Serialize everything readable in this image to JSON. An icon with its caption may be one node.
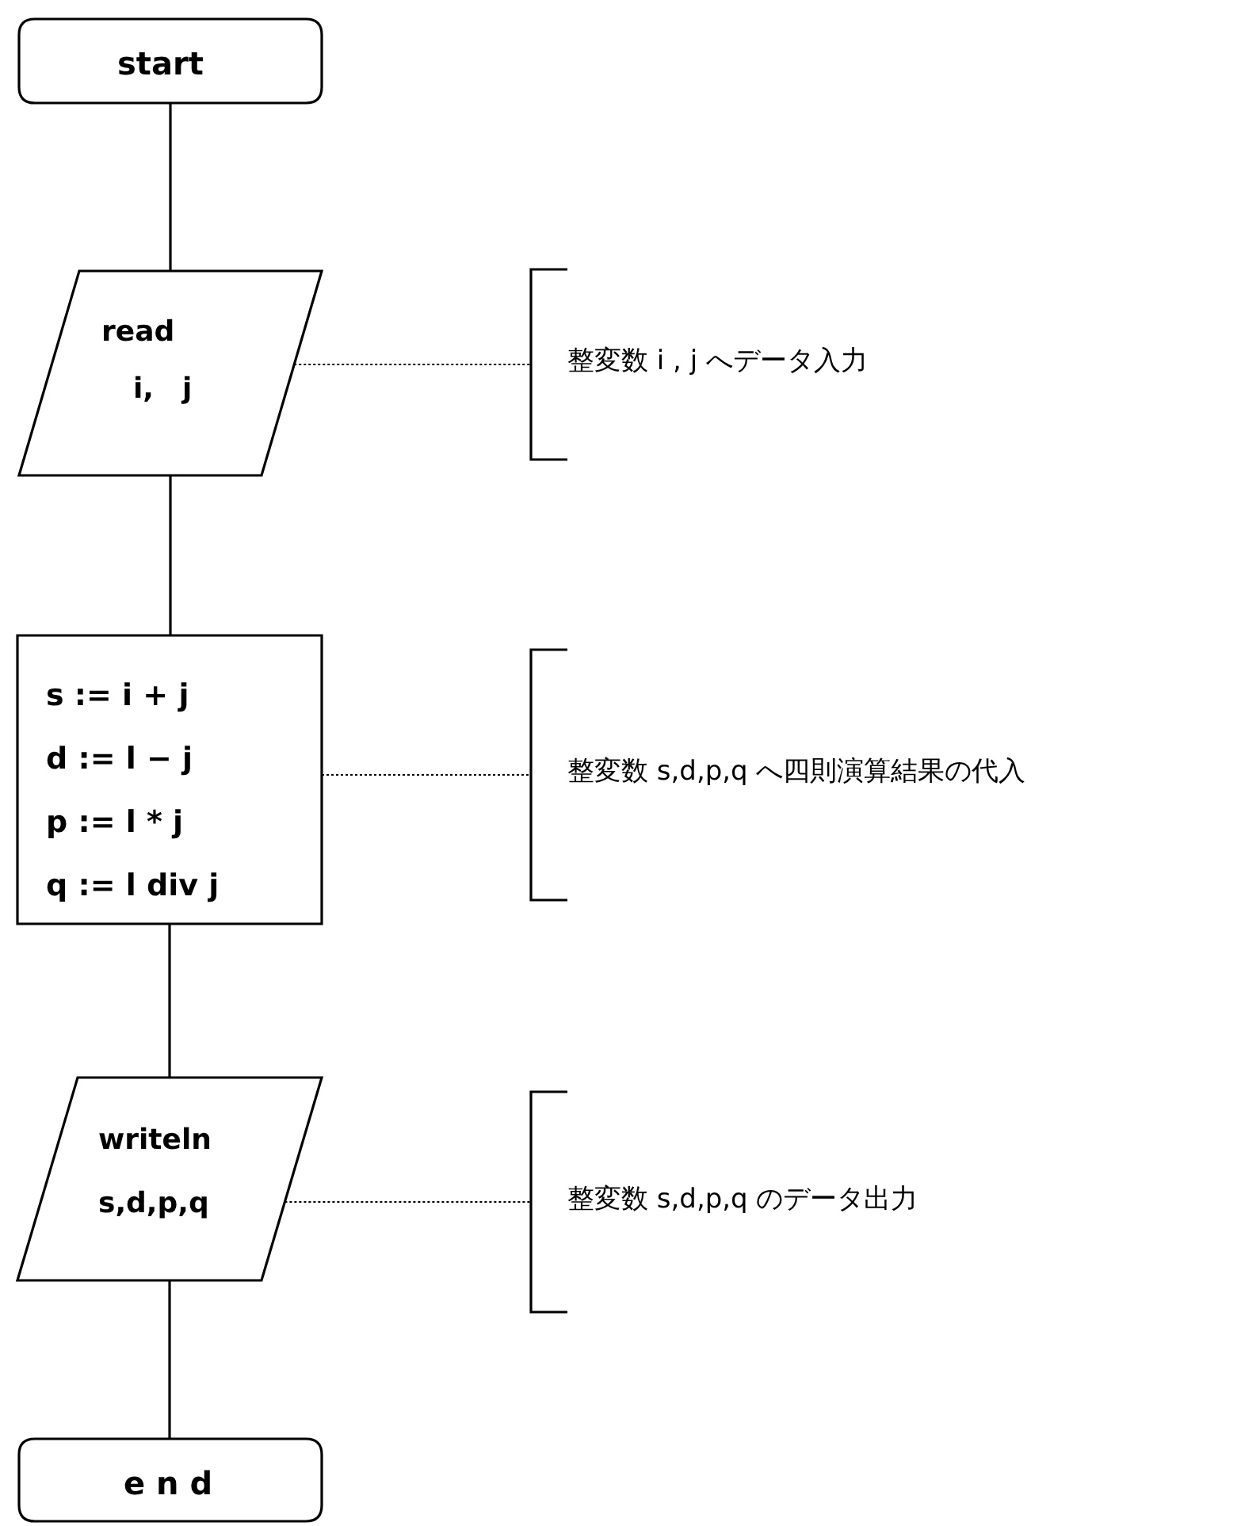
{
  "diagram": {
    "nodes": [
      {
        "text": [
          "start"
        ]
      },
      {
        "text": [
          "read",
          "i,　j"
        ]
      },
      {
        "text": [
          "s := i + j",
          "d := l − j",
          "p := l * j",
          "q := l div j"
        ]
      },
      {
        "text": [
          "writeln",
          "s,d,p,q"
        ]
      },
      {
        "text": [
          "e n d"
        ]
      },
      {
        "text": [
          "整変数 i , j へデータ入力"
        ]
      },
      {
        "text": [
          "整変数 s,d,p,q へ四則演算結果の代入"
        ]
      },
      {
        "text": [
          "整変数 s,d,p,q のデータ出力"
        ]
      }
    ],
    "edges": [
      {
        "from": 0,
        "to": 1,
        "arrow": "none"
      },
      {
        "from": 1,
        "to": 2,
        "arrow": "none"
      },
      {
        "from": 2,
        "to": 3,
        "arrow": "none"
      },
      {
        "from": 3,
        "to": 4,
        "arrow": "none"
      },
      {
        "from": 1,
        "to": 5,
        "arrow": "none",
        "style": "dashed"
      },
      {
        "from": 2,
        "to": 6,
        "arrow": "none",
        "style": "dashed"
      },
      {
        "from": 3,
        "to": 7,
        "arrow": "none",
        "style": "dashed"
      }
    ]
  }
}
